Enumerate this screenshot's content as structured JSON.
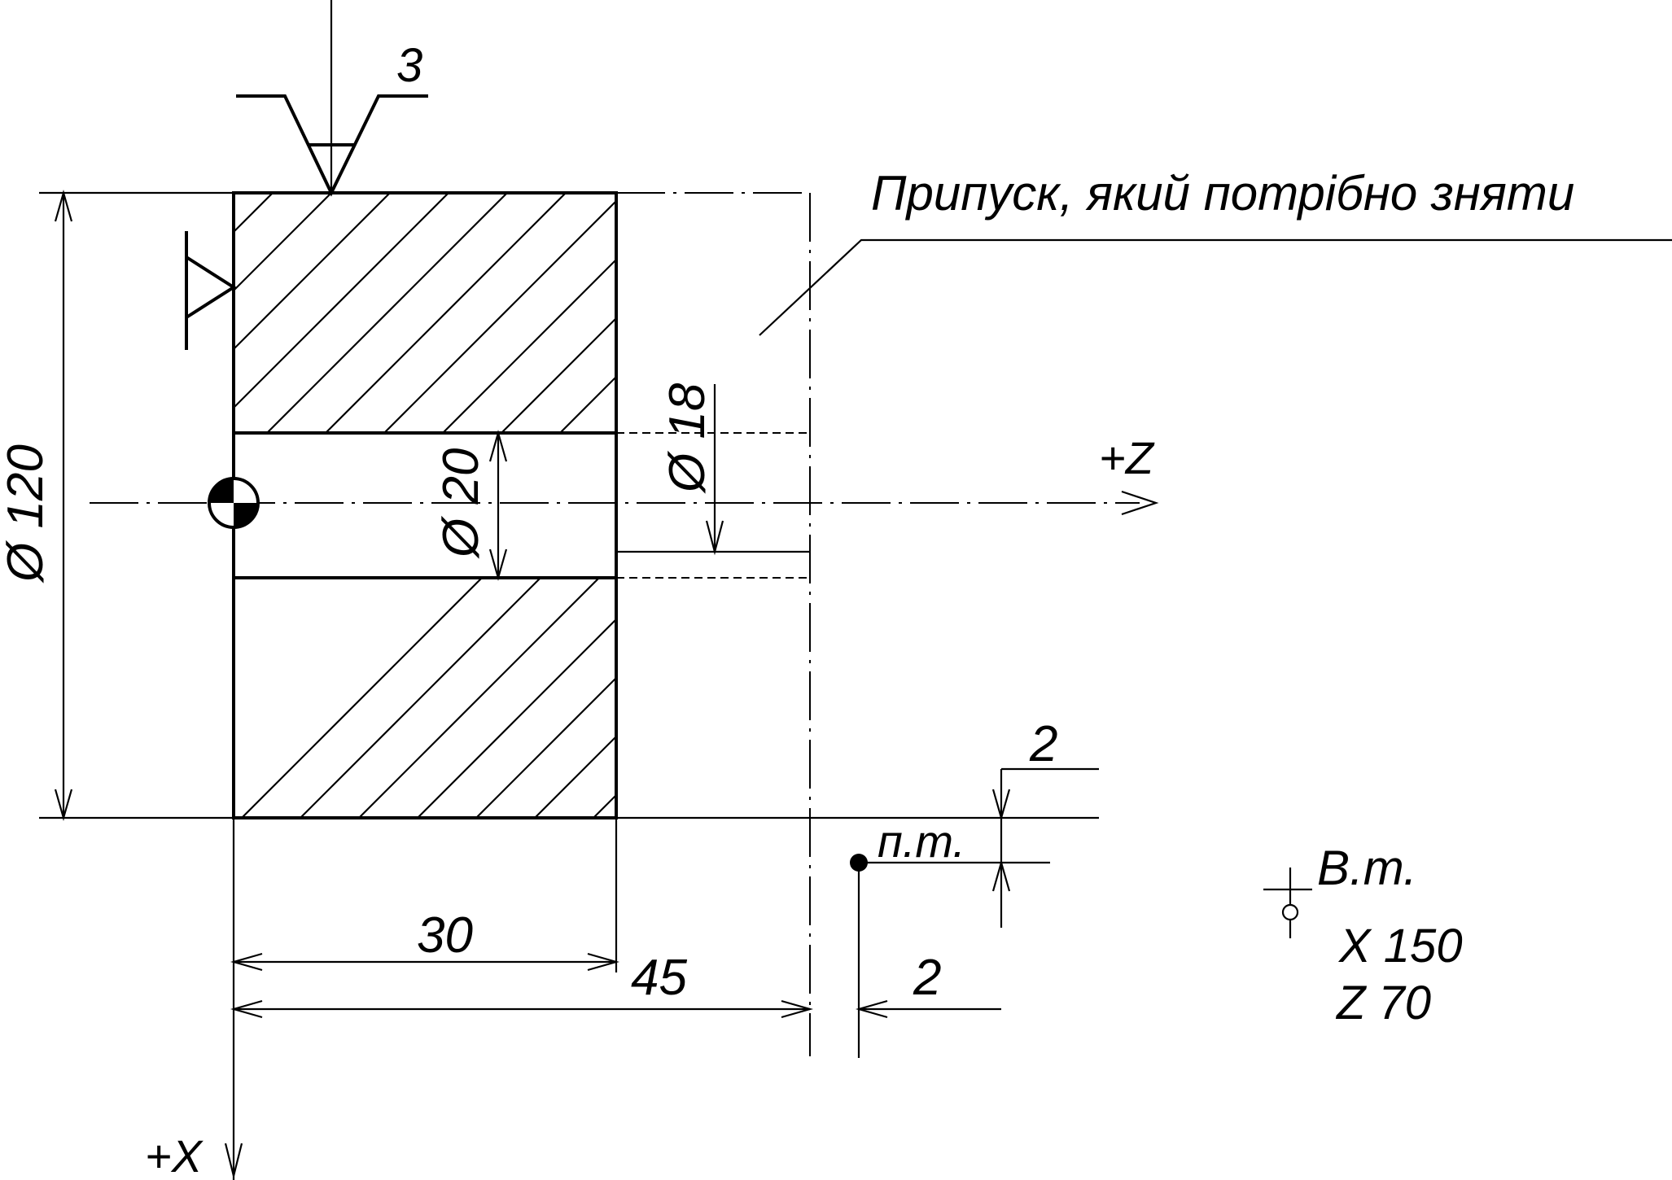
{
  "labels": {
    "roughness_value": "3",
    "annotation_text": "Припуск, який потрібно зняти",
    "outer_diameter": "Ø 120",
    "bore_diameter": "Ø 20",
    "small_diameter": "Ø 18",
    "axis_z": "+Z",
    "axis_x": "+X",
    "length_part": "30",
    "length_total": "45",
    "offset_z": "2",
    "offset_x": "2",
    "start_point": "п.т.",
    "tool_change_point": "В.т.",
    "tool_change_x": "X 150",
    "tool_change_z": "Z 70"
  }
}
